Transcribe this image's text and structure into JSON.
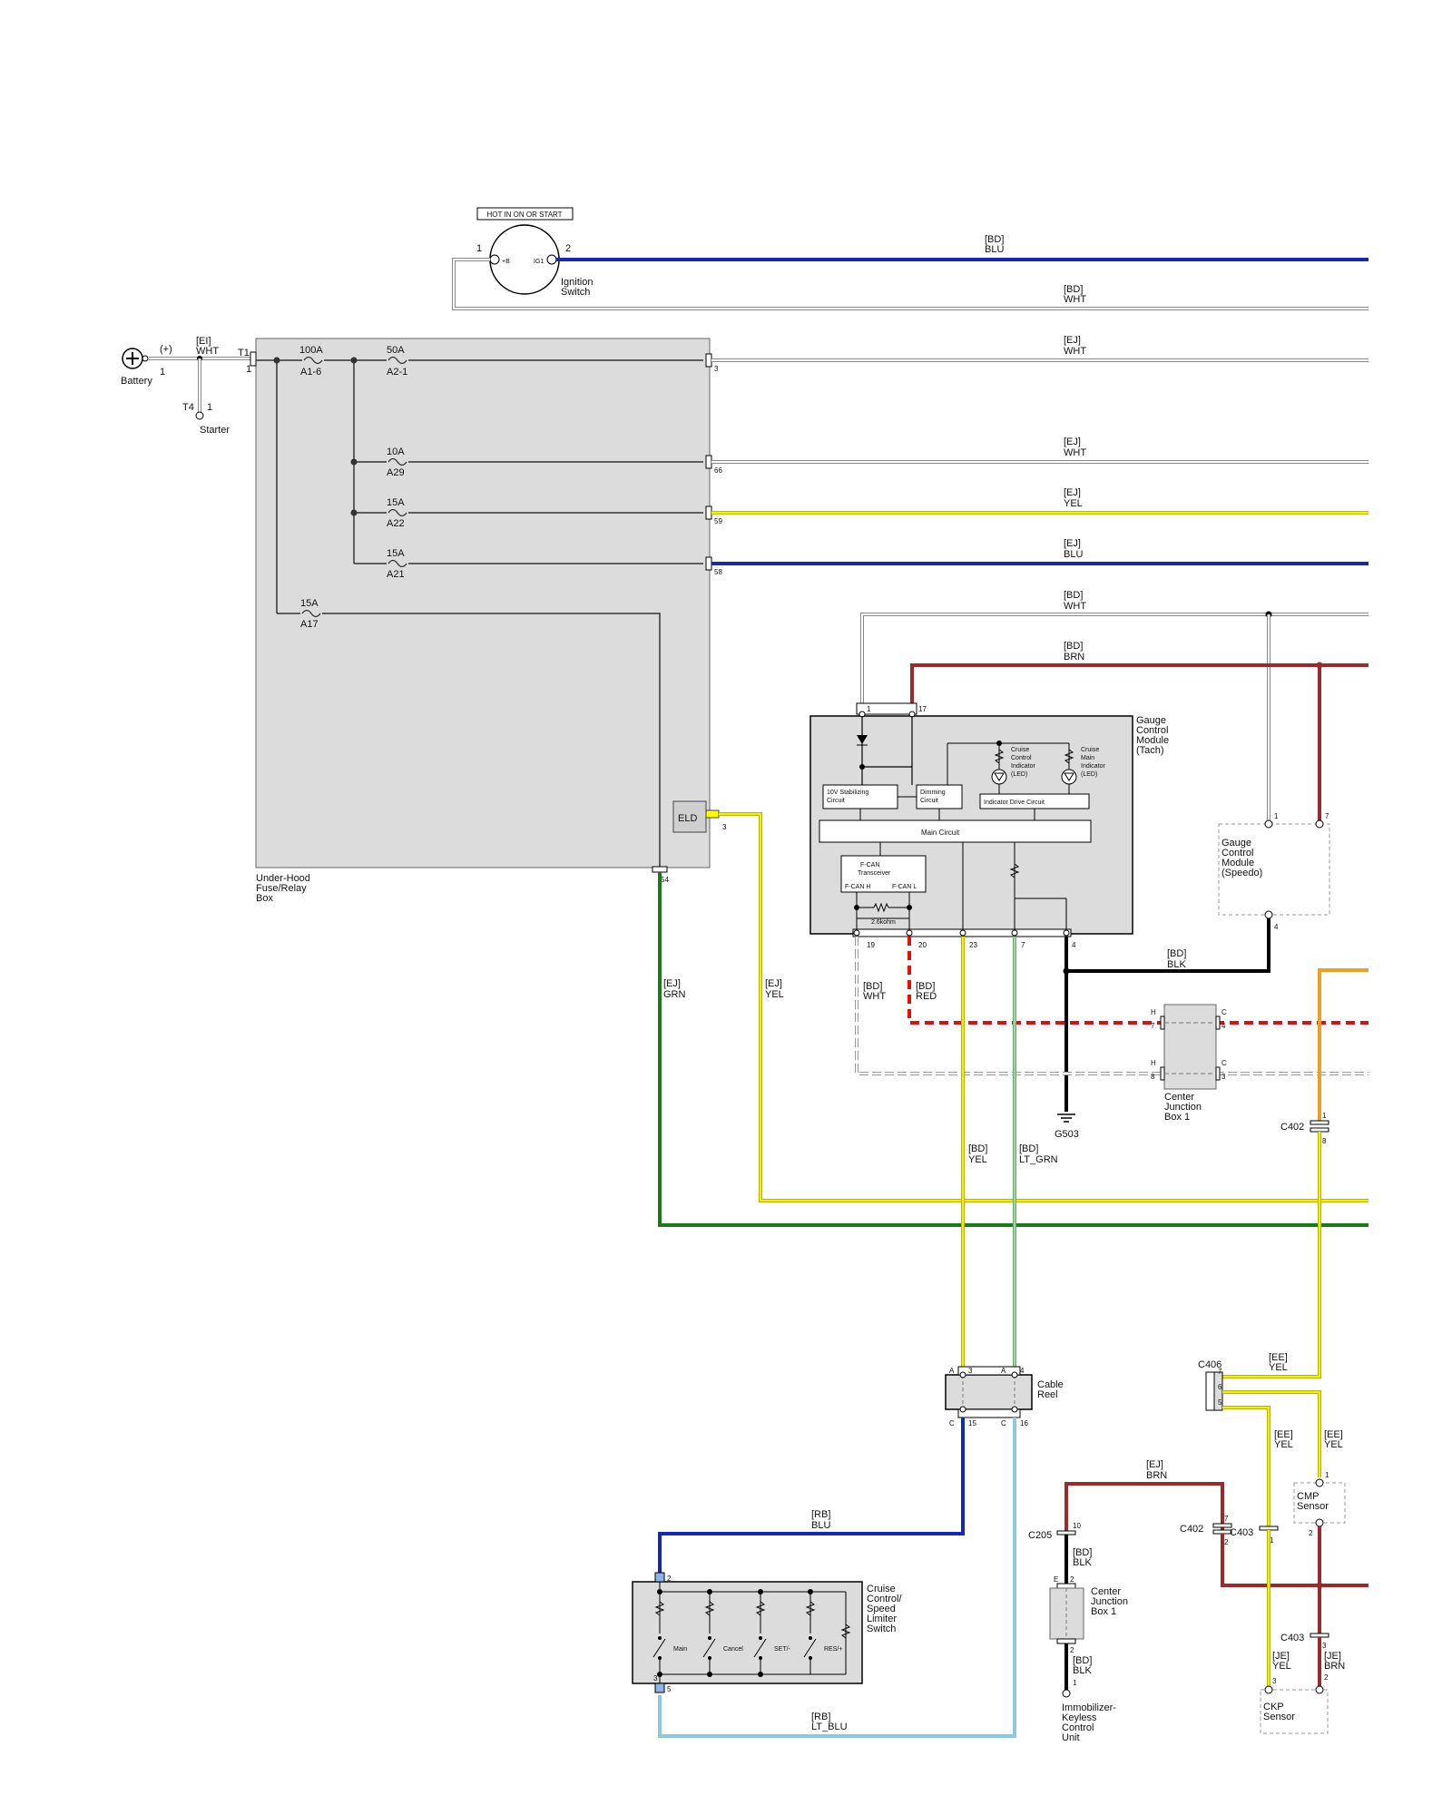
{
  "ignition_switch": {
    "header": "HOT IN ON OR START",
    "name_l1": "Ignition",
    "name_l2": "Switch",
    "pin_in": "1",
    "pin_out": "2",
    "term_b": "+B",
    "term_ig": "IG1"
  },
  "battery": {
    "name": "Battery",
    "polarity": "(+)",
    "pin": "1"
  },
  "starter": {
    "name": "Starter",
    "conn": "T4",
    "pin": "1"
  },
  "fuse_box": {
    "name_l1": "Under-Hood",
    "name_l2": "Fuse/Relay",
    "name_l3": "Box",
    "input_conn": "T1",
    "input_pin": "1",
    "eld": "ELD",
    "eld_pin": "3",
    "bottom_pin": "54",
    "fuses": [
      {
        "amp": "100A",
        "id": "A1-6"
      },
      {
        "amp": "50A",
        "id": "A2-1",
        "pin": "3"
      },
      {
        "amp": "10A",
        "id": "A29",
        "pin": "66"
      },
      {
        "amp": "15A",
        "id": "A22",
        "pin": "59"
      },
      {
        "amp": "15A",
        "id": "A21",
        "pin": "58"
      },
      {
        "amp": "15A",
        "id": "A17"
      }
    ]
  },
  "wires": {
    "batt_code": "[EI]",
    "batt_color": "WHT",
    "ign2_code": "[BD]",
    "ign2_color": "BLU",
    "ign1_code": "[BD]",
    "ign1_color": "WHT",
    "f3_code": "[EJ]",
    "f3_color": "WHT",
    "f66_code": "[EJ]",
    "f66_color": "WHT",
    "f59_code": "[EJ]",
    "f59_color": "YEL",
    "f58_code": "[EJ]",
    "f58_color": "BLU",
    "g1_code": "[BD]",
    "g1_color": "WHT",
    "g17_code": "[BD]",
    "g17_color": "BRN",
    "f54_code": "[EJ]",
    "f54_color": "GRN",
    "eld_code": "[EJ]",
    "eld_color": "YEL",
    "g19_code": "[BD]",
    "g19_color": "WHT",
    "g20_code": "[BD]",
    "g20_color": "RED",
    "g4_code": "[BD]",
    "g4_color": "BLK",
    "g23_code": "[BD]",
    "g23_color": "YEL",
    "g7_code": "[BD]",
    "g7_color": "LT_GRN",
    "rb1_code": "[RB]",
    "rb1_color": "BLU",
    "rb2_code": "[RB]",
    "rb2_color": "LT_BLU",
    "ej_brn_code": "[EJ]",
    "ej_brn_color": "BRN",
    "c205_code": "[BD]",
    "c205_color": "BLK",
    "imm_code": "[BD]",
    "imm_color": "BLK",
    "ee1_code": "[EE]",
    "ee1_color": "YEL",
    "ee2_code": "[EE]",
    "ee2_color": "YEL",
    "ee3_code": "[EE]",
    "ee3_color": "YEL",
    "je1_code": "[JE]",
    "je1_color": "YEL",
    "je2_code": "[JE]",
    "je2_color": "BRN"
  },
  "gauge_tach": {
    "name_l1": "Gauge",
    "name_l2": "Control",
    "name_l3": "Module",
    "name_l4": "(Tach)",
    "stab": "10V Stabilizing",
    "stab2": "Circuit",
    "dim": "Dimming",
    "dim2": "Circuit",
    "ind": "Indicator Drive Circuit",
    "main": "Main Circuit",
    "fcan": "F-CAN",
    "fcan2": "Transceiver",
    "fcanh": "F-CAN H",
    "fcanl": "F-CAN L",
    "res": "2.6kohm",
    "led1_l1": "Cruise",
    "led1_l2": "Control",
    "led1_l3": "Indicator",
    "led1_l4": "(LED)",
    "led2_l1": "Cruise",
    "led2_l2": "Main",
    "led2_l3": "Indicator",
    "led2_l4": "(LED)",
    "pins": {
      "p1": "1",
      "p17": "17",
      "p19": "19",
      "p20": "20",
      "p23": "23",
      "p7": "7",
      "p4": "4"
    }
  },
  "gauge_speedo": {
    "name_l1": "Gauge",
    "name_l2": "Control",
    "name_l3": "Module",
    "name_l4": "(Speedo)",
    "p1": "1",
    "p7": "7",
    "p4": "4"
  },
  "cjb1": {
    "name_l1": "Center",
    "name_l2": "Junction",
    "name_l3": "Box 1",
    "h": "H",
    "c": "C",
    "p7": "7",
    "p4": "4",
    "p8": "8",
    "p3": "3"
  },
  "ground": {
    "name": "G503"
  },
  "c402_top": {
    "name": "C402",
    "p1": "1",
    "p8": "8"
  },
  "cable_reel": {
    "name_l1": "Cable",
    "name_l2": "Reel",
    "a": "A",
    "c": "C",
    "p3": "3",
    "p4": "4",
    "p15": "15",
    "p16": "16"
  },
  "cruise_switch": {
    "name_l1": "Cruise",
    "name_l2": "Control/",
    "name_l3": "Speed",
    "name_l4": "Limiter",
    "name_l5": "Switch",
    "p2": "2",
    "p3": "3",
    "p5": "5",
    "sw1": "Main",
    "sw2": "Cancel",
    "sw3": "SET/-",
    "sw4": "RES/+"
  },
  "c205": {
    "name": "C205",
    "p10": "10"
  },
  "cjb1_low": {
    "name_l1": "Center",
    "name_l2": "Junction",
    "name_l3": "Box 1",
    "e": "E",
    "p2a": "2",
    "p2b": "2"
  },
  "immobilizer": {
    "name_l1": "Immobilizer-",
    "name_l2": "Keyless",
    "name_l3": "Control",
    "name_l4": "Unit",
    "p1": "1"
  },
  "c406": {
    "name": "C406",
    "p7": "7",
    "p6": "6",
    "p5": "5"
  },
  "c402_low": {
    "name": "C402",
    "p7": "7",
    "p2": "2"
  },
  "c403a": {
    "name": "C403",
    "p1": "1"
  },
  "c403b": {
    "name": "C403",
    "p3": "3",
    "p2": "2"
  },
  "cmp": {
    "name_l1": "CMP",
    "name_l2": "Sensor",
    "p1": "1",
    "p2": "2"
  },
  "ckp": {
    "name_l1": "CKP",
    "name_l2": "Sensor",
    "p3": "3",
    "p2": "2"
  }
}
